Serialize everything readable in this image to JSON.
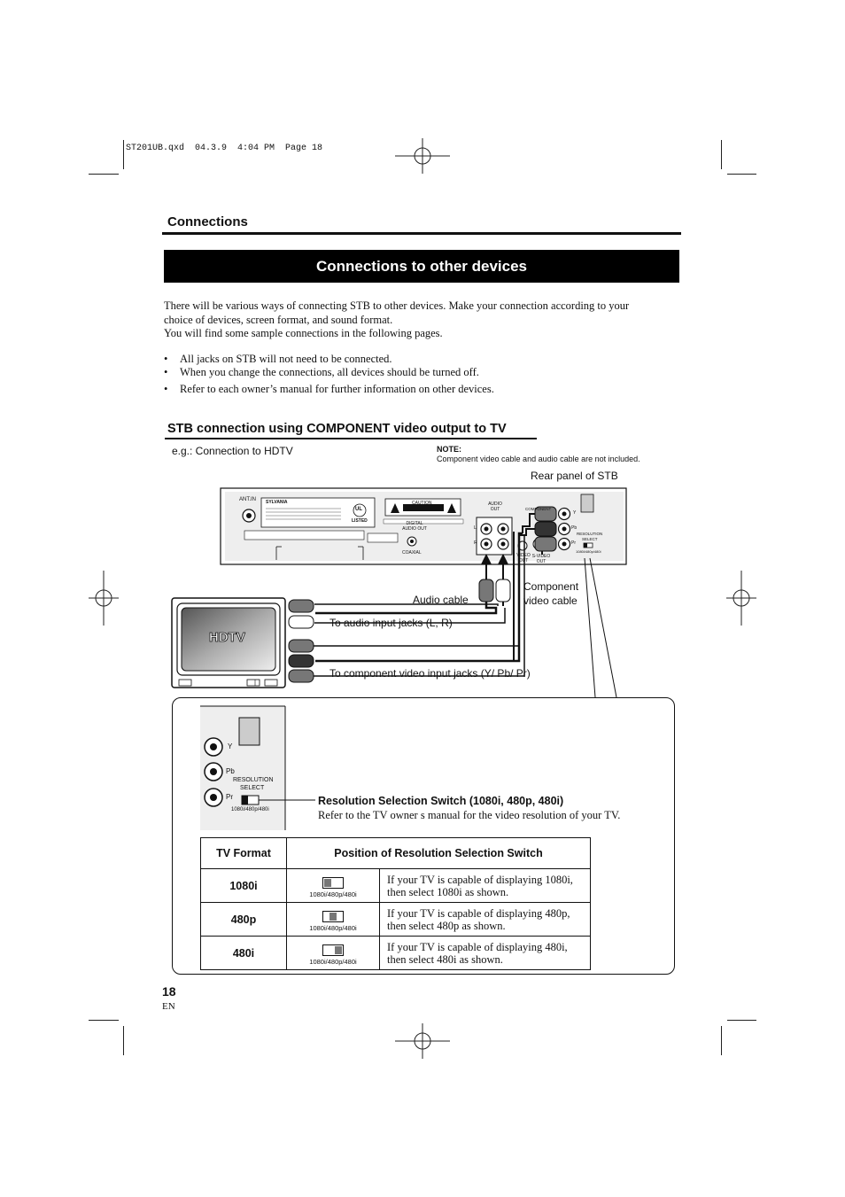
{
  "print_header": "ST201UB.qxd  04.3.9  4:04 PM  Page 18",
  "section": "Connections",
  "banner_title": "Connections to other devices",
  "intro": {
    "line1": "There will be various ways of connecting STB to other devices. Make your connection according to your",
    "line2": "choice of devices, screen format, and sound format.",
    "line3": "You will find some sample connections in the following pages."
  },
  "bullets": [
    "All jacks on STB will not need to be connected.",
    "When you change the connections, all devices  should be turned off.",
    "Refer to each owner’s manual for further information on other devices."
  ],
  "subheading": "STB connection using COMPONENT video output to TV",
  "example_label": "e.g.: Connection to HDTV",
  "note": {
    "title": "NOTE:",
    "text": "Component video cable and audio cable are not included."
  },
  "diagram": {
    "rear_panel_label": "Rear panel of STB",
    "ant_in": "ANT.IN",
    "brand": "SYLVANIA",
    "caution": "CAUTION",
    "listed": "LISTED",
    "ul": "UL",
    "digital_audio_out": "DIGITAL AUDIO OUT",
    "coaxial": "COAXIAL",
    "audio_out": "AUDIO OUT",
    "audio_l": "L",
    "audio_r": "R",
    "video_out": "VIDEO OUT",
    "svideo_out": "S-VIDEO OUT",
    "component": "COMPONENT",
    "y": "Y",
    "pb": "Pb",
    "pr": "Pr",
    "resolution": "RESOLUTION",
    "select": "SELECT",
    "res_modes": "1080i/480p/480i",
    "audio_cable": "Audio cable",
    "component_cable_line1": "Component",
    "component_cable_line2": "video cable",
    "hdtv": "HDTV",
    "to_audio": "To audio input jacks (L, R)",
    "to_component": "To component video input jacks (Y/ Pb/ Pr)"
  },
  "detail": {
    "switch_title": "Resolution Selection Switch (1080i, 480p, 480i)",
    "switch_desc": "Refer to the TV owner s manual for the video resolution of your TV."
  },
  "table": {
    "header_format": "TV Format",
    "header_position": "Position of Resolution Selection Switch",
    "rows": [
      {
        "format": "1080i",
        "switch_label": "1080i/480p/480i",
        "desc1": "If your TV is capable of displaying 1080i,",
        "desc2": "then select 1080i as shown."
      },
      {
        "format": "480p",
        "switch_label": "1080i/480p/480i",
        "desc1": "If your TV is capable of displaying 480p,",
        "desc2": "then select 480p as shown."
      },
      {
        "format": "480i",
        "switch_label": "1080i/480p/480i",
        "desc1": "If your TV is capable of displaying 480i,",
        "desc2": "then select 480i as shown."
      }
    ]
  },
  "page_number": "18",
  "language": "EN"
}
